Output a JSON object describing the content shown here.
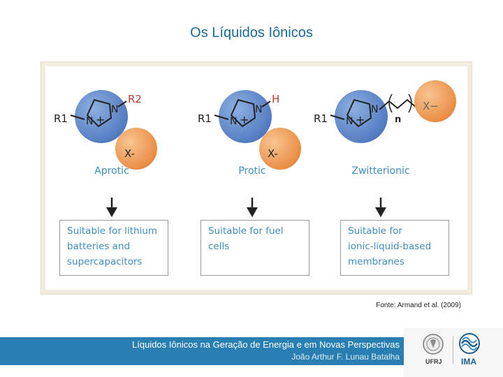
{
  "slide": {
    "title": "Os Líquidos Iônicos",
    "source": "Fonte: Armand et al. (2009)"
  },
  "figure": {
    "columns": [
      {
        "type_label": "Aprotic",
        "ring_labels": {
          "r1": "R1",
          "n_left": "N",
          "n_right": "N",
          "plus": "+"
        },
        "substituent": "R2",
        "anion": "X-",
        "suitability": "Suitable for lithium\nbatteries and\nsupercapacitors"
      },
      {
        "type_label": "Protic",
        "ring_labels": {
          "r1": "R1",
          "n_left": "N",
          "n_right": "N",
          "plus": "+"
        },
        "substituent": "H",
        "anion": "X-",
        "suitability": "Suitable for fuel\ncells"
      },
      {
        "type_label": "Zwitterionic",
        "ring_labels": {
          "r1": "R1",
          "n_left": "N",
          "n_right": "N",
          "plus": "+"
        },
        "substituent": "n",
        "anion": "X−",
        "suitability": "Suitable for\nionic-liquid-based\nmembranes"
      }
    ],
    "colors": {
      "cation_blue": "#5b86c9",
      "anion_orange": "#ee9a58",
      "label_blue": "#3f8dc2",
      "frame_beige": "#f3ede1"
    }
  },
  "footer": {
    "title": "Líquidos Iônicos na Geração de Energia e em Novas Perspectivas",
    "author": "João Arthur F. Lunau Batalha",
    "logo_left_text": "UFRJ",
    "logo_right_text": "IMA"
  }
}
